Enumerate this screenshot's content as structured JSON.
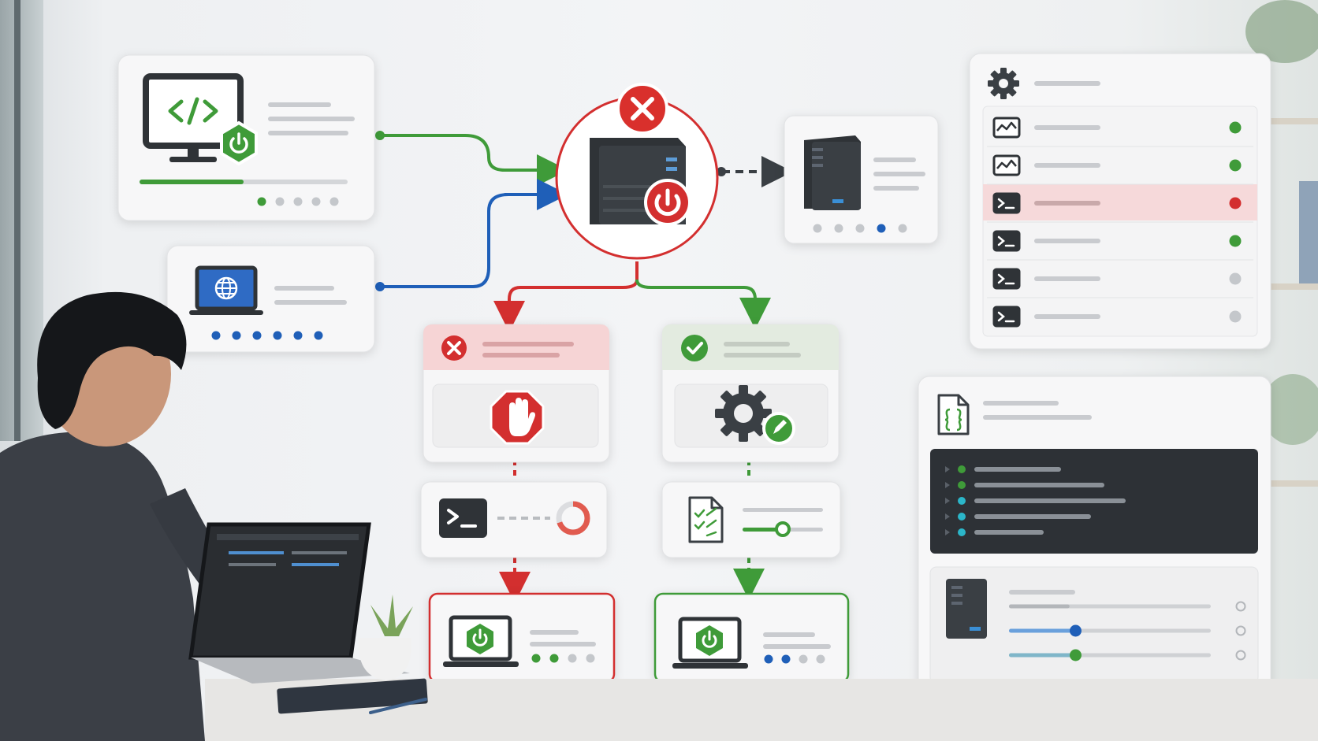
{
  "colors": {
    "green": "#3f9b39",
    "red": "#d32f2f",
    "blue": "#1f5fb8",
    "gray_dot": "#c4c7cb",
    "dark": "#2f3337",
    "panel_dark": "#2d3136",
    "cyan": "#2bb6c9",
    "highlight_row": "#f6d9da"
  },
  "nodes": {
    "dev_workstation": {
      "icon": "code-monitor-icon",
      "status": "power-on",
      "progress": 0.5,
      "page_dots": 5,
      "active_dot": 1
    },
    "web_laptop": {
      "icon": "globe-laptop-icon",
      "page_dots": 6,
      "dots_color": "blue"
    },
    "central_server": {
      "icon": "server-icon",
      "status": "error",
      "overlay": "power-icon"
    },
    "secondary_server": {
      "icon": "server-tower-icon",
      "page_dots": 5,
      "active_dot": 4
    },
    "failure_branch": {
      "header_icon": "error-x-icon",
      "action_icon": "stop-hand-icon",
      "step_icon": "terminal-icon",
      "progress": 0.7,
      "result_icon": "laptop-power-icon",
      "result_dots": [
        "green",
        "green",
        "gray",
        "gray"
      ]
    },
    "success_branch": {
      "header_icon": "check-circle-icon",
      "action_icon": "gear-edit-icon",
      "step_icon": "checklist-document-icon",
      "slider_value": 0.5,
      "result_icon": "laptop-power-icon",
      "result_dots": [
        "blue",
        "blue",
        "gray",
        "gray"
      ]
    }
  },
  "services_panel": {
    "header_icon": "gear-icon",
    "rows": [
      {
        "icon": "chart-window-icon",
        "status": "green"
      },
      {
        "icon": "chart-window-icon",
        "status": "green"
      },
      {
        "icon": "terminal-icon",
        "status": "red",
        "highlighted": true
      },
      {
        "icon": "terminal-icon",
        "status": "green"
      },
      {
        "icon": "terminal-icon",
        "status": "gray"
      },
      {
        "icon": "terminal-icon",
        "status": "gray"
      }
    ]
  },
  "config_panel": {
    "file_icon": "json-file-icon",
    "log_lines": [
      {
        "dot": "green"
      },
      {
        "dot": "green"
      },
      {
        "dot": "cyan"
      },
      {
        "dot": "cyan"
      },
      {
        "dot": "cyan"
      }
    ],
    "device_icon": "server-tower-icon",
    "sliders": [
      {
        "value": 0.0,
        "color": "gray"
      },
      {
        "value": 0.33,
        "color": "blue"
      },
      {
        "value": 0.33,
        "color": "green"
      }
    ]
  }
}
